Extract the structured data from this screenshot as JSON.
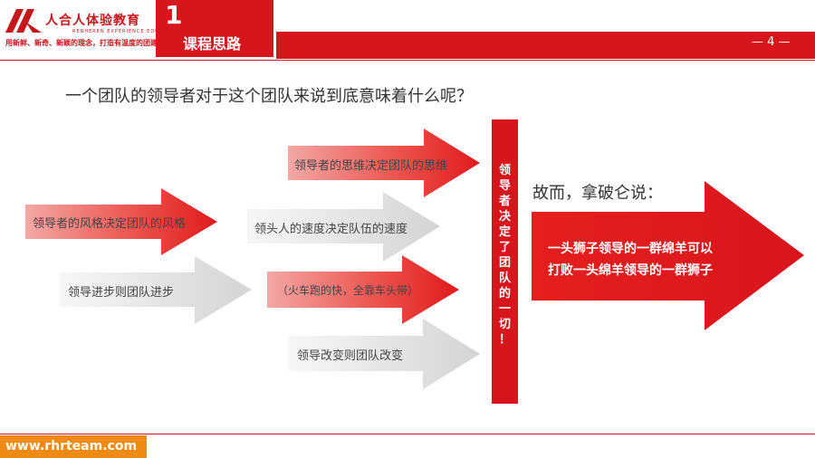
{
  "header": {
    "logo_name": "人合人体验教育",
    "logo_sub": "RENHEREN EXPERIENCE EDUCATION",
    "logo_slogan": "用新鲜、新奇、新颖的理念，打造有温度的团建",
    "section_number": "1",
    "section_title": "课程思路",
    "page_number": "— 4 —"
  },
  "main": {
    "question": "一个团队的领导者对于这个团队来说到底意味着什么呢？",
    "arrows": [
      {
        "label": "领导者的风格决定团队的风格",
        "style": "red"
      },
      {
        "label": "领导进步则团队进步",
        "style": "grey"
      },
      {
        "label": "领导者的思维决定团队的思维",
        "style": "red"
      },
      {
        "label": "领头人的速度决定队伍的速度",
        "style": "grey"
      },
      {
        "label": "（火车跑的快，全靠车头带）",
        "style": "red"
      },
      {
        "label": "领导改变则团队改变",
        "style": "grey"
      }
    ],
    "central_text": "领导者决定了团队的一切！",
    "conclusion_title": "故而，拿破仑说：",
    "big_arrow_line1": "一头狮子领导的一群绵羊可以",
    "big_arrow_line2": "打败一头绵羊领导的一群狮子"
  },
  "footer": {
    "url": "www.rhrteam.com"
  },
  "colors": {
    "brand_red": "#d7151c",
    "footer_orange": "#ef8a12"
  }
}
